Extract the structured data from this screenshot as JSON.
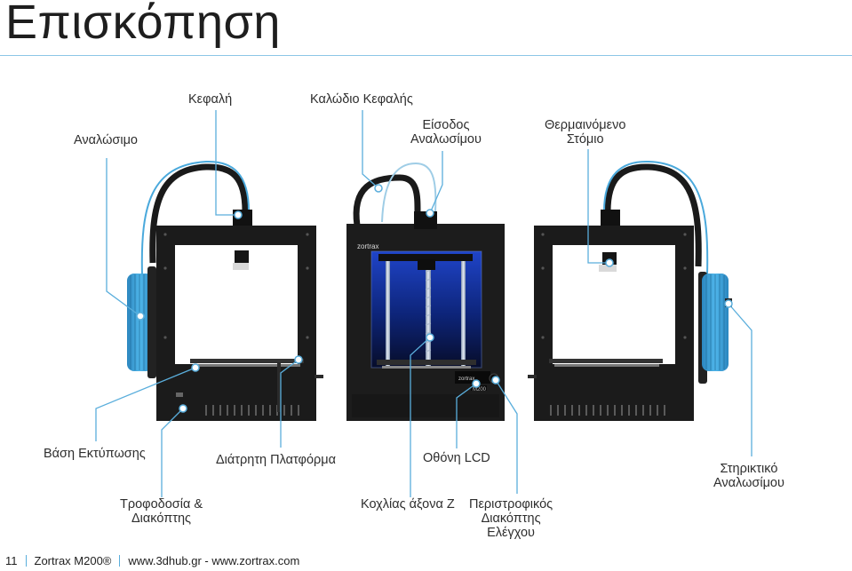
{
  "page": {
    "title": "Επισκόπηση"
  },
  "labels": {
    "kefali": "Κεφαλή",
    "kalodio": "Καλώδιο Κεφαλής",
    "analosimo": "Αναλώσιμο",
    "eisodos_1": "Είσοδος",
    "eisodos_2": "Αναλωσίμου",
    "thermaino_1": "Θερμαινόμενο",
    "thermaino_2": "Στόμιο",
    "vasi": "Βάση Εκτύπωσης",
    "diatriti": "Διάτρητη Πλατφόρμα",
    "othoni": "Οθόνη LCD",
    "stiriktiko_1": "Στηρικτικό",
    "stiriktiko_2": "Αναλωσίμου",
    "trofodosia_1": "Τροφοδοσία &",
    "trofodosia_2": "Διακόπτης",
    "kochlias": "Κοχλίας άξονα Z",
    "peristrofikos_1": "Περιστροφικός",
    "peristrofikos_2": "Διακόπτης",
    "peristrofikos_3": "Ελέγχου"
  },
  "printer": {
    "brand": "zortrax",
    "model_badge": "M200"
  },
  "footer": {
    "page_number": "11",
    "product": "Zortrax M200®",
    "websites": "www.3dhub.gr - www.zortrax.com"
  },
  "colors": {
    "accent": "#5aaedc",
    "frame": "#1c1c1c",
    "filament": "#3fa7dd",
    "glow": "#1d3fb8"
  }
}
